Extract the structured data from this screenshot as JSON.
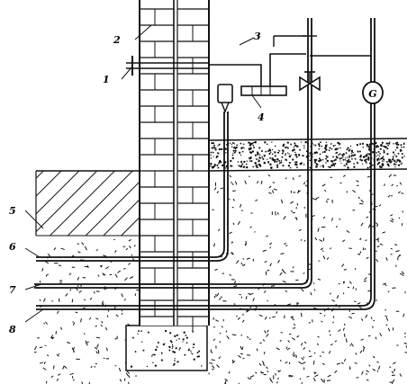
{
  "labels": {
    "l1": "1",
    "l2": "2",
    "l3": "3",
    "l4": "4",
    "l5": "5",
    "l6": "6",
    "l7": "7",
    "l8": "8",
    "meter": "G"
  },
  "colors": {
    "ink": "#111111",
    "background": "#ffffff"
  }
}
